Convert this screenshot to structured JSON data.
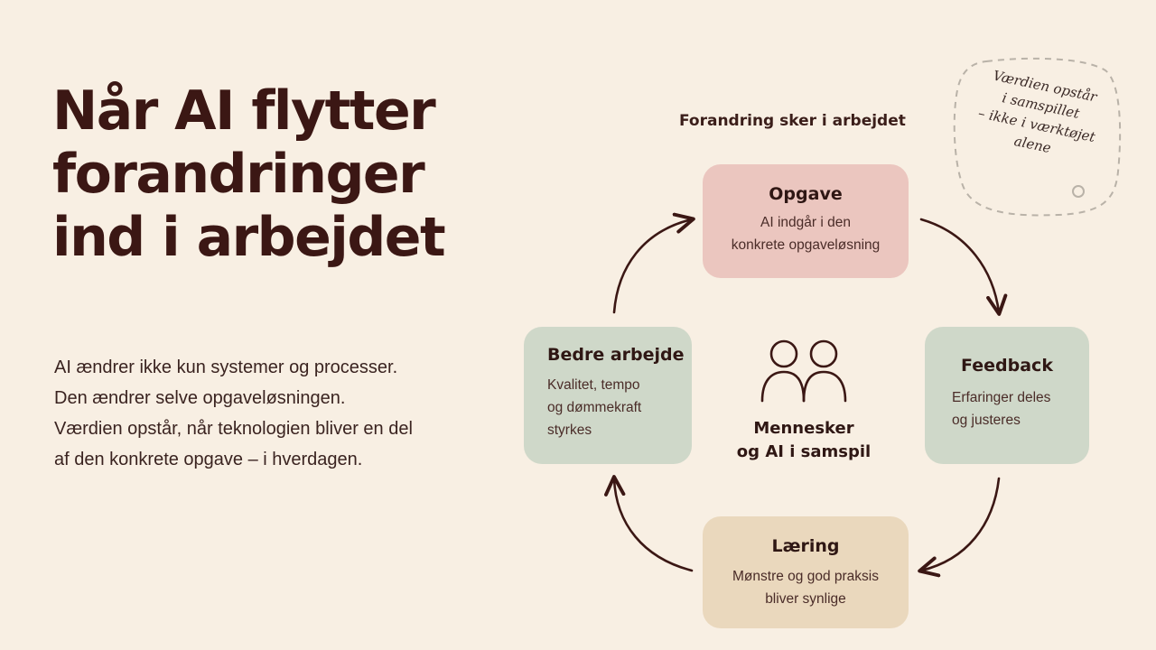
{
  "headline": {
    "lines": [
      "Når AI flytter",
      "forandringer",
      "ind i arbejdet"
    ]
  },
  "intro": {
    "lines": [
      "AI ændrer ikke kun systemer og processer.",
      "Den ændrer selve opgaveløsningen.",
      "Værdien opstår, når teknologien bliver en del",
      "af den konkrete opgave – i hverdagen."
    ]
  },
  "diagram": {
    "title": "Forandring sker i arbejdet",
    "note": {
      "lines": [
        "Værdien opstår",
        "i samspillet",
        "– ikke i værktøjet",
        "alene"
      ]
    },
    "center": {
      "icon": "people-icon",
      "lines": [
        "Mennesker",
        "og AI i samspil"
      ]
    },
    "nodes": {
      "top": {
        "title": "Opgave",
        "lines": [
          "AI indgår i den",
          "konkrete opgaveløsning"
        ],
        "color": "#ebc6bf"
      },
      "right": {
        "title": "Feedback",
        "lines": [
          "Erfaringer deles",
          "og justeres"
        ],
        "color": "#cfd8c9"
      },
      "bottom": {
        "title": "Læring",
        "lines": [
          "Mønstre og god praksis",
          "bliver synlige"
        ],
        "color": "#ead8bd"
      },
      "left": {
        "title": "Bedre arbejde",
        "lines": [
          "Kvalitet, tempo",
          "og dømmekraft",
          "styrkes"
        ],
        "color": "#cfd8c9"
      }
    },
    "arrow_color": "#3b1714"
  }
}
